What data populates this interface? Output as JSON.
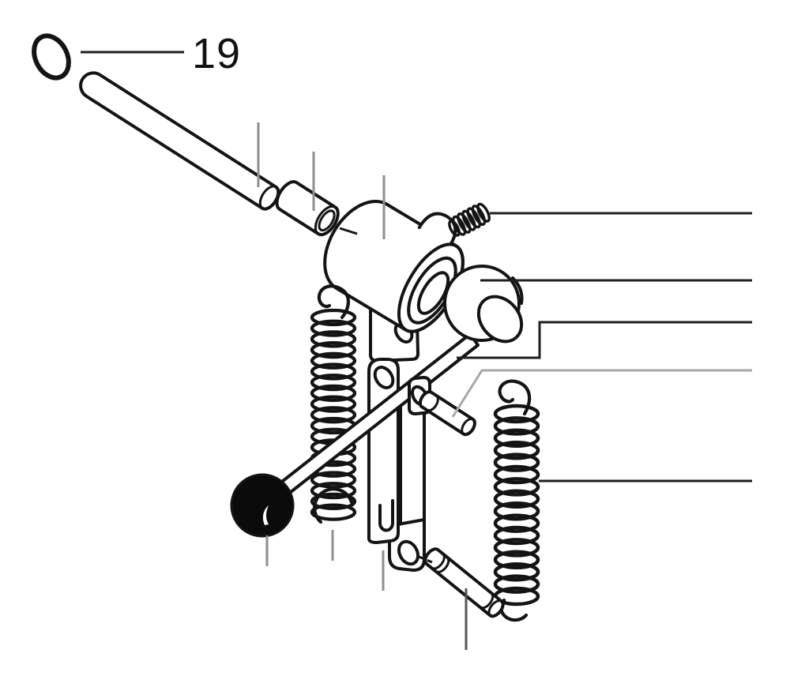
{
  "diagram": {
    "type": "exploded-parts-line-drawing",
    "callout": {
      "number": "19"
    },
    "colors": {
      "background": "#ffffff",
      "line": "#141414",
      "leader_black": "#1f1f1f",
      "leader_gray": "#8f8f8f",
      "leader_light_gray": "#a8a8a8",
      "leader_dark_gray": "#555555",
      "ball_fill": "#0b0b0b",
      "label_color": "#111111"
    },
    "parts": [
      {
        "id": "o-ring",
        "label": "19",
        "leader": "horizontal-black-to-label"
      },
      {
        "id": "shaft-rod",
        "leader": "vertical-gray"
      },
      {
        "id": "bushing",
        "leader": "vertical-gray"
      },
      {
        "id": "pivot-hub",
        "leader": "vertical-gray"
      },
      {
        "id": "set-screw-spring",
        "leader": "horizontal-black-to-right-edge"
      },
      {
        "id": "knob",
        "leader": "horizontal-black-to-right-edge"
      },
      {
        "id": "ball-lever",
        "leader": "stepped-black-to-right-edge"
      },
      {
        "id": "pin-upper",
        "leader": "angled-gray-to-right-edge"
      },
      {
        "id": "extension-spring-right",
        "leader": "horizontal-black-to-right-edge"
      },
      {
        "id": "extension-spring-left",
        "leader": "vertical-gray"
      },
      {
        "id": "ball-knob",
        "leader": "vertical-gray"
      },
      {
        "id": "link-bracket",
        "leader": "vertical-gray"
      },
      {
        "id": "pin-lower",
        "leader": "vertical-dark-gray"
      }
    ]
  }
}
